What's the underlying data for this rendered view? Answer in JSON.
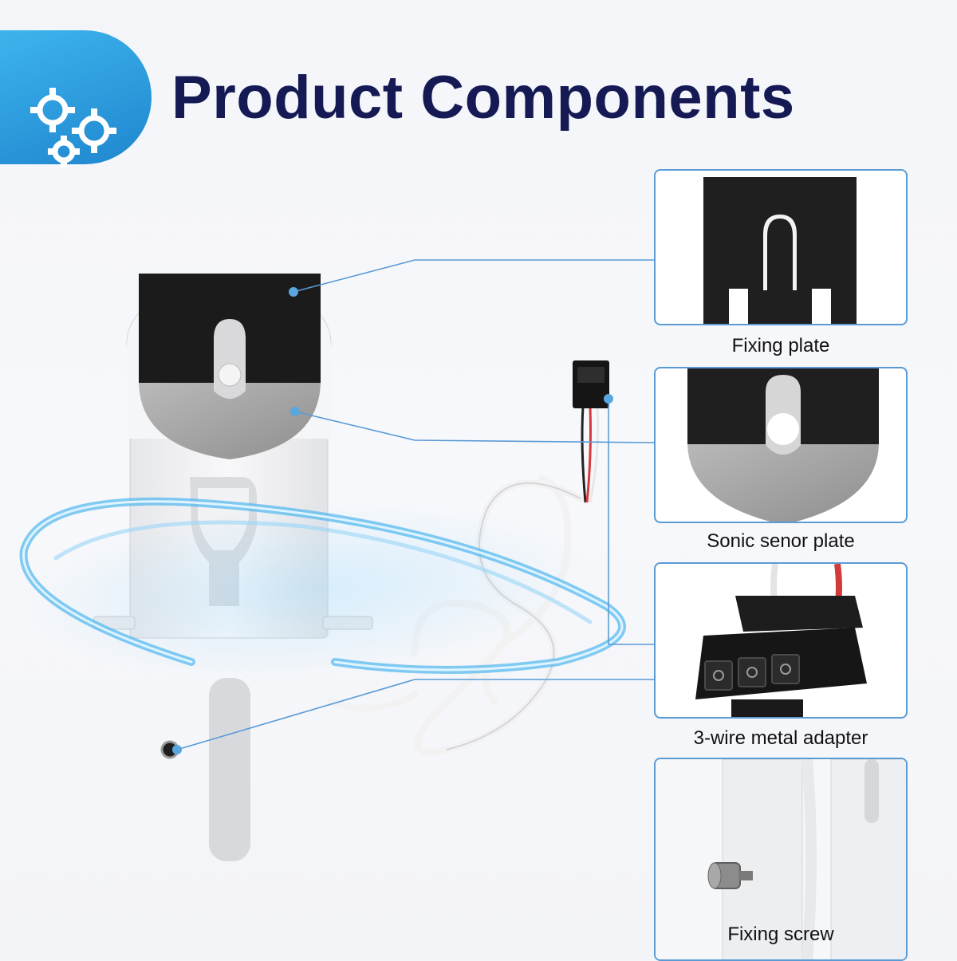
{
  "header": {
    "title": "Product Components",
    "icon": "gears-icon",
    "accent_color": "#2a9ae0",
    "title_color": "#151a55"
  },
  "components": [
    {
      "id": "fixing-plate",
      "label": "Fixing plate"
    },
    {
      "id": "sonic-sensor-plate",
      "label": "Sonic senor plate"
    },
    {
      "id": "three-wire-adapter",
      "label": "3-wire metal adapter"
    },
    {
      "id": "fixing-screw",
      "label": "Fixing screw"
    }
  ],
  "callout_line_color": "#5a9bd6"
}
